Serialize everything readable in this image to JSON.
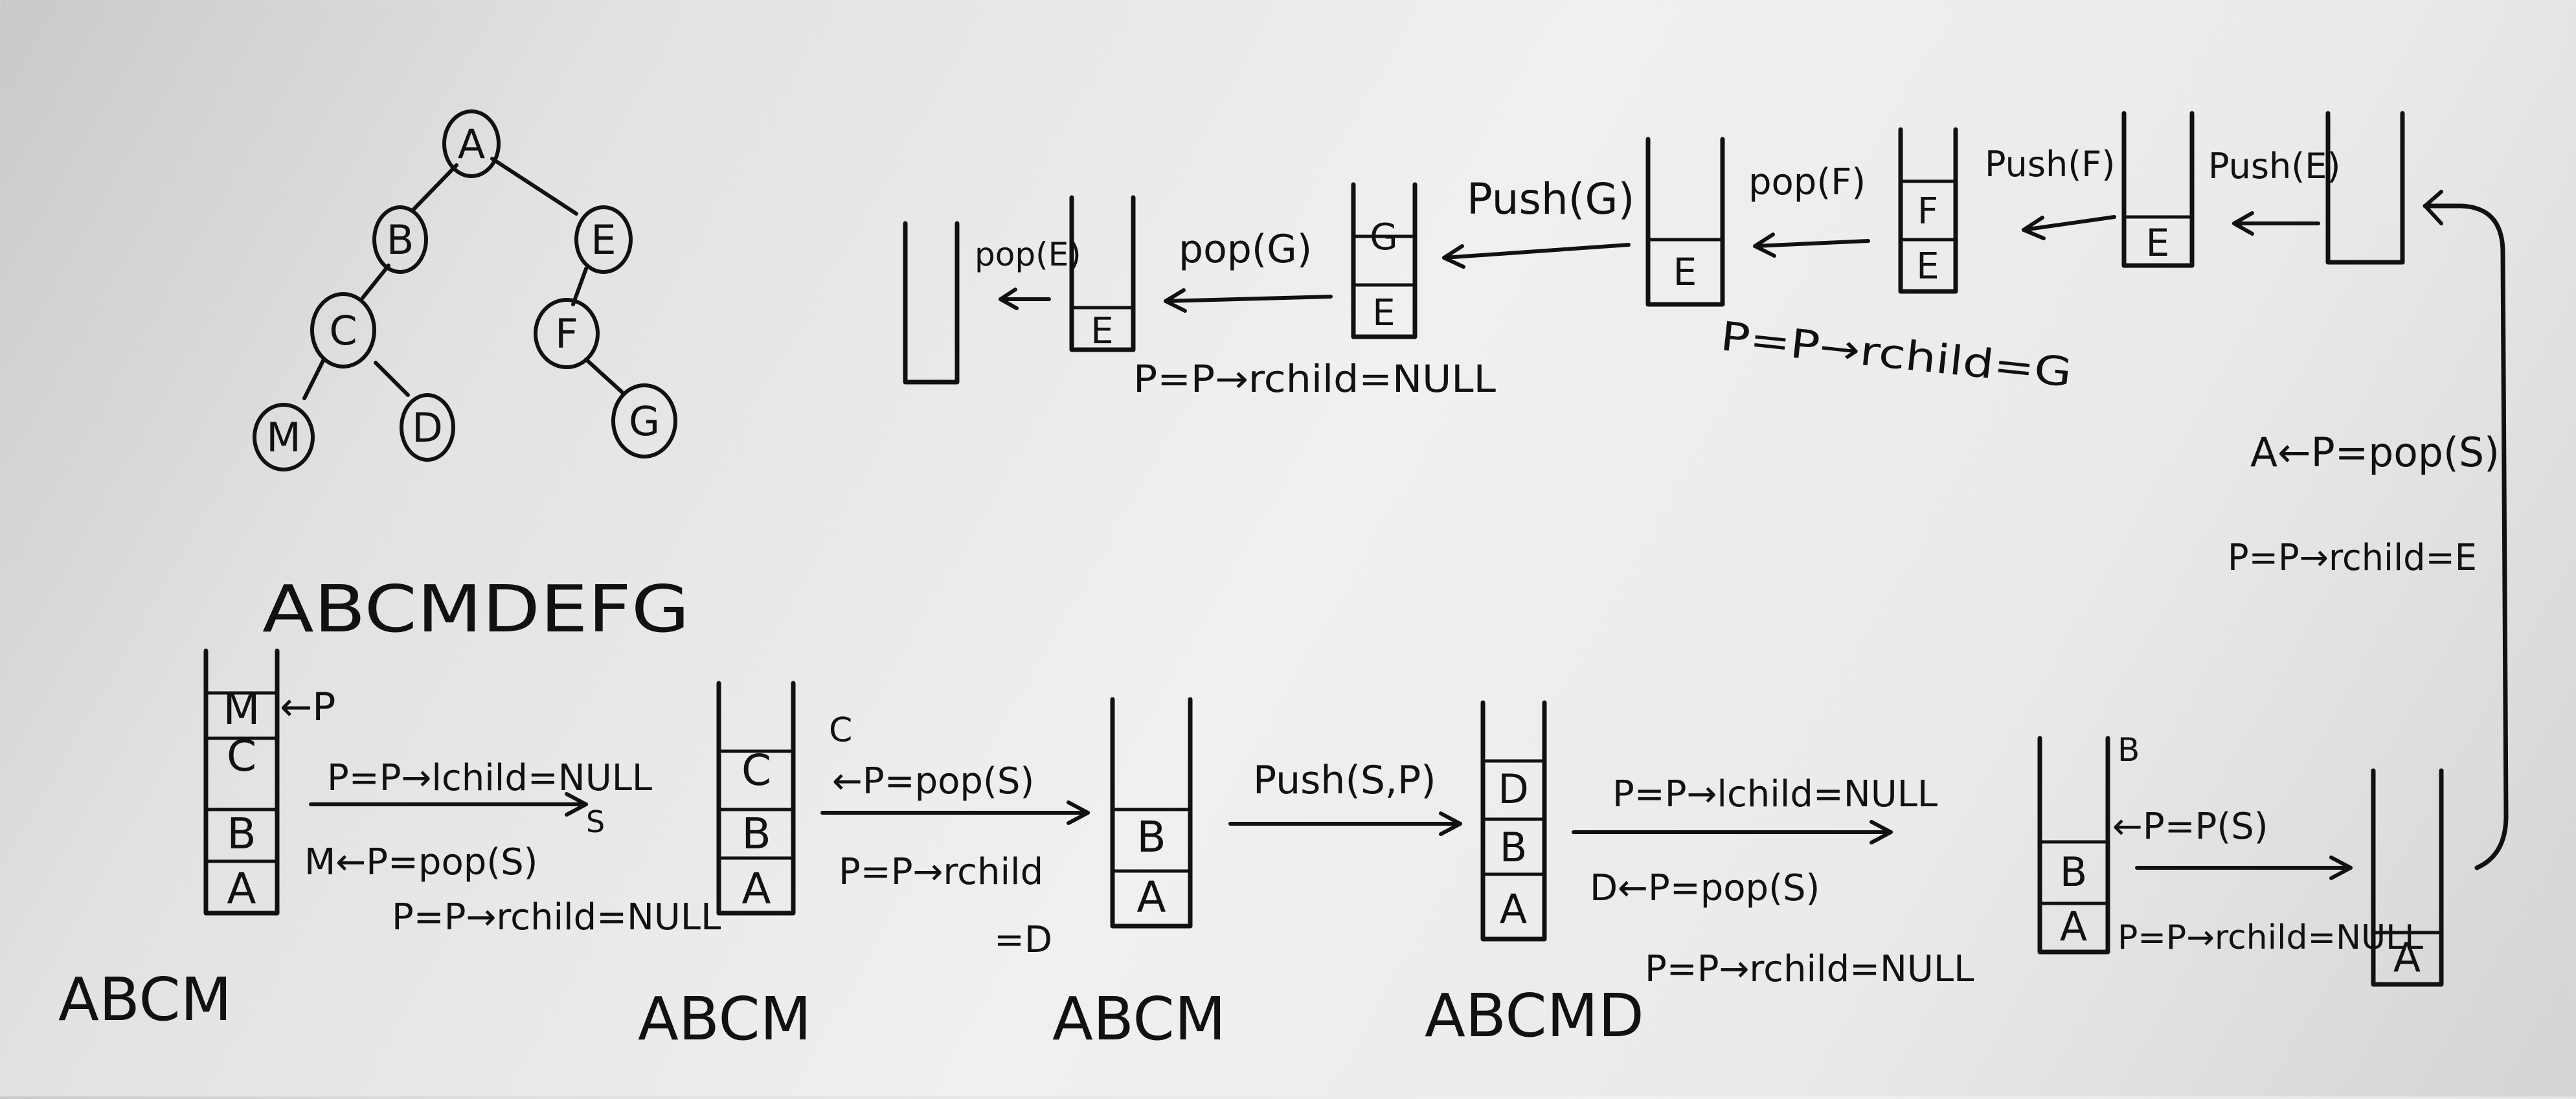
{
  "tree": {
    "nodes": [
      {
        "id": "A",
        "label": "A"
      },
      {
        "id": "B",
        "label": "B"
      },
      {
        "id": "E",
        "label": "E"
      },
      {
        "id": "C",
        "label": "C"
      },
      {
        "id": "F",
        "label": "F"
      },
      {
        "id": "M",
        "label": "M"
      },
      {
        "id": "D",
        "label": "D"
      },
      {
        "id": "G",
        "label": "G"
      }
    ],
    "edges": [
      [
        "A",
        "B"
      ],
      [
        "A",
        "E"
      ],
      [
        "B",
        "C"
      ],
      [
        "C",
        "M"
      ],
      [
        "C",
        "D"
      ],
      [
        "E",
        "F"
      ],
      [
        "F",
        "G"
      ]
    ],
    "traversal": "ABCMDEFG"
  },
  "bottom": {
    "stack1": [
      "A",
      "B",
      "C",
      "M"
    ],
    "p_label": "←P",
    "step1_line1": "P=P→lchild=NULL",
    "step1_s": "S",
    "step1_line2": "M←P=pop(S)",
    "step1_line3": "P=P→rchild=NULL",
    "out1": "ABCM",
    "stack2": [
      "A",
      "B",
      "C"
    ],
    "step2_c": "C",
    "step2_line1": "←P=pop(S)",
    "step2_line2": "P=P→rchild",
    "step2_line3": "=D",
    "out2": "ABCM",
    "stack3": [
      "A",
      "B"
    ],
    "step3_line1": "Push(S,P)",
    "out3": "ABCM",
    "stack4": [
      "A",
      "B",
      "D"
    ],
    "step4_line1": "P=P→lchild=NULL",
    "step4_line2": "D←P=pop(S)",
    "step4_line3": "P=P→rchild=NULL",
    "out4": "ABCMD",
    "stack5": [
      "A",
      "B"
    ],
    "step5_b": "B",
    "step5_line1": "←P=P(S)",
    "step5_line2": "P=P→rchild=NULL",
    "stack6": [
      "A"
    ]
  },
  "right": {
    "line1": "A←P=pop(S)",
    "line2": "P=P→rchild=E"
  },
  "top": {
    "stack_e": [
      "E"
    ],
    "push_e": "Push(E)",
    "push_f": "Push(F)",
    "stack_ef": [
      "E",
      "F"
    ],
    "pop_f": "pop(F)",
    "pop_f_note": "P=P→rchild=G",
    "stack_e2": [
      "E"
    ],
    "push_g": "Push(G)",
    "stack_eg": [
      "E",
      "G"
    ],
    "pop_g": "pop(G)",
    "pop_g_note": "P=P→rchild=NULL",
    "stack_e3": [
      "E"
    ],
    "pop_e": "pop(E)"
  }
}
